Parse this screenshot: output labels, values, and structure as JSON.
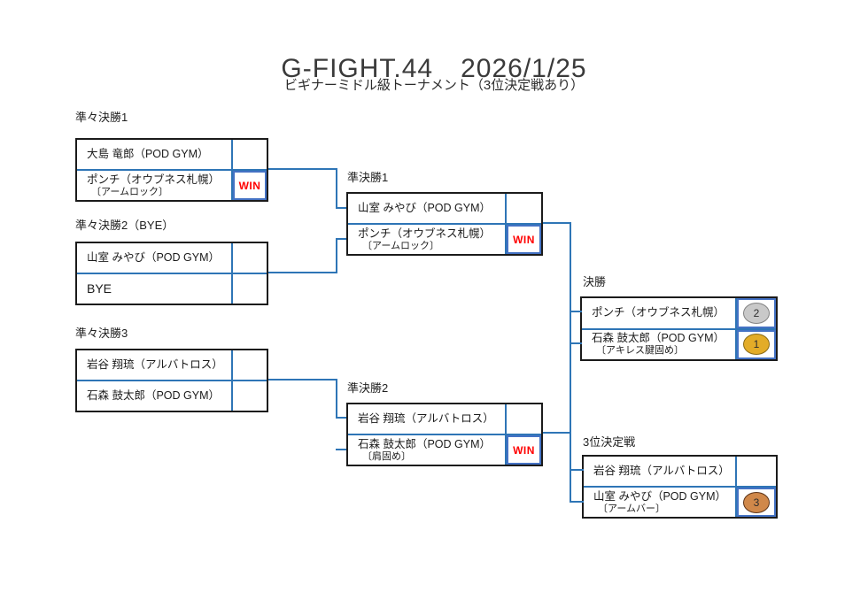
{
  "title": "G-FIGHT.44　2026/1/25",
  "subtitle": "ビギナーミドル級トーナメント（3位決定戦あり）",
  "colors": {
    "line-blue": "#2E75B6",
    "hl-blue": "#4472C4",
    "win-red": "#FF0000",
    "gold": "#E3AC28",
    "gold-border": "#8A6A14",
    "silver": "#C9C9C9",
    "silver-border": "#828282",
    "bronze": "#D0884A",
    "bronze-border": "#5C3317"
  },
  "matches": {
    "qf1": {
      "label": "準々決勝1",
      "rows": [
        {
          "name": "大島 竜郎（POD GYM）"
        },
        {
          "name": "ポンチ（オウブネス札幌）",
          "technique": "〔アームロック〕",
          "result": "WIN"
        }
      ]
    },
    "qf2": {
      "label": "準々決勝2（BYE）",
      "rows": [
        {
          "name": "山室 みやび（POD GYM）"
        },
        {
          "name": "BYE"
        }
      ]
    },
    "qf3": {
      "label": "準々決勝3",
      "rows": [
        {
          "name": "岩谷 翔琉（アルバトロス）"
        },
        {
          "name": "石森 鼓太郎（POD GYM）"
        }
      ]
    },
    "sf1": {
      "label": "準決勝1",
      "rows": [
        {
          "name": "山室 みやび（POD GYM）"
        },
        {
          "name": "ポンチ（オウブネス札幌）",
          "technique": "〔アームロック〕",
          "result": "WIN"
        }
      ]
    },
    "sf2": {
      "label": "準決勝2",
      "rows": [
        {
          "name": "岩谷 翔琉（アルバトロス）"
        },
        {
          "name": "石森 鼓太郎（POD GYM）",
          "technique": "〔肩固め〕",
          "result": "WIN"
        }
      ]
    },
    "final": {
      "label": "決勝",
      "rows": [
        {
          "name": "ポンチ（オウブネス札幌）",
          "medal": "2"
        },
        {
          "name": "石森 鼓太郎（POD GYM）",
          "technique": "〔アキレス腱固め〕",
          "medal": "1"
        }
      ]
    },
    "third": {
      "label": "3位決定戦",
      "rows": [
        {
          "name": "岩谷 翔琉（アルバトロス）"
        },
        {
          "name": "山室 みやび（POD GYM）",
          "technique": "〔アームバー〕",
          "medal": "3"
        }
      ]
    }
  }
}
